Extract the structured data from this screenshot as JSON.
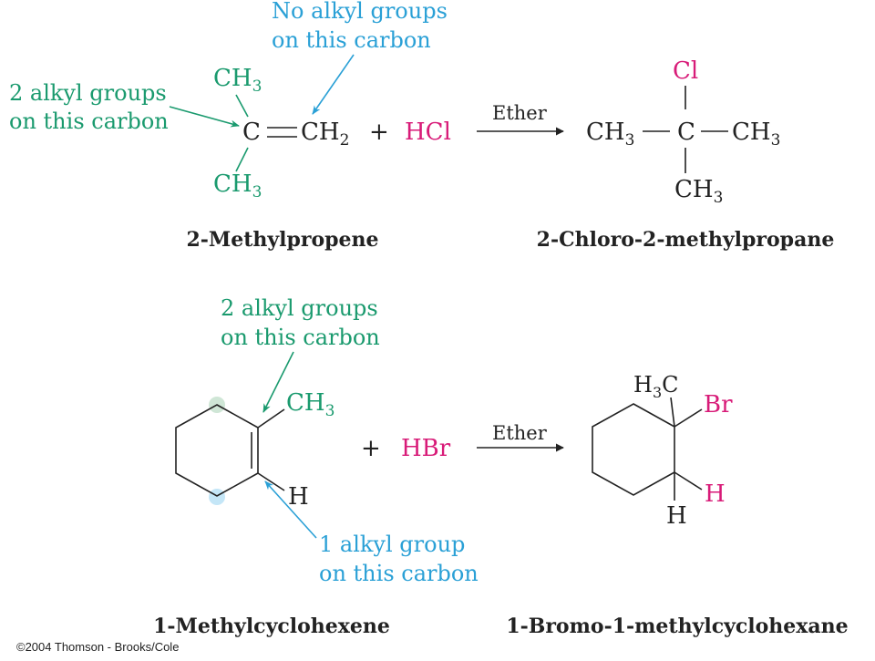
{
  "colors": {
    "text": "#222222",
    "green": "#1a9a6e",
    "blue": "#2aa0d6",
    "magenta": "#d81b78",
    "green_dot": "#cfe6d6",
    "blue_dot": "#c4e6f7"
  },
  "reaction1": {
    "annotation_left": [
      "2 alkyl groups",
      "on this carbon"
    ],
    "annotation_top": [
      "No alkyl groups",
      "on this carbon"
    ],
    "ch3_top": "CH3",
    "ch3_bottom": "CH3",
    "central_c": "C",
    "double_bond": "=",
    "ch2": "CH2",
    "plus": "+",
    "reagent": "HCl",
    "solvent": "Ether",
    "product_cl": "Cl",
    "product_left_ch3": "CH3",
    "product_c": "C",
    "product_right_ch3": "CH3",
    "product_bottom_ch3": "CH3",
    "reactant_name": "2-Methylpropene",
    "product_name": "2-Chloro-2-methylpropane"
  },
  "reaction2": {
    "annotation_top": [
      "2 alkyl groups",
      "on this carbon"
    ],
    "annotation_bottom": [
      "1 alkyl group",
      "on this carbon"
    ],
    "ch3": "CH3",
    "h": "H",
    "plus": "+",
    "reagent": "HBr",
    "solvent": "Ether",
    "product_h3c": "H3C",
    "product_br": "Br",
    "product_h_magenta": "H",
    "product_h_bottom": "H",
    "reactant_name": "1-Methylcyclohexene",
    "product_name": "1-Bromo-1-methylcyclohexane"
  },
  "credit": "©2004 Thomson - Brooks/Cole"
}
